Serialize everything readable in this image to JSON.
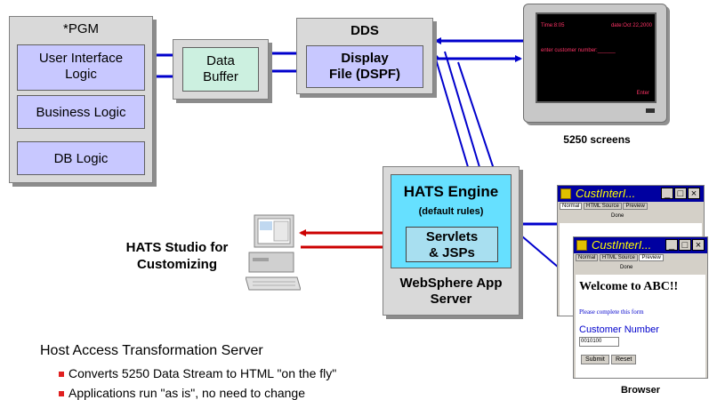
{
  "pgm": {
    "title": "*PGM",
    "ui_logic": [
      "User Interface",
      "Logic"
    ],
    "business_logic": "Business Logic",
    "db_logic": "DB Logic"
  },
  "data_buffer": [
    "Data",
    "Buffer"
  ],
  "dds": {
    "title": "DDS",
    "display_file": [
      "Display",
      "File (DSPF)"
    ]
  },
  "terminal": {
    "time": "Time:8:05",
    "date": "date:Oct 22,2000",
    "prompt": "enter customer number:______",
    "enter": "Enter",
    "caption": "5250 screens"
  },
  "hats": {
    "engine_title": "HATS Engine",
    "engine_sub": "(default rules)",
    "servlets": [
      "Servlets",
      "& JSPs"
    ],
    "server": [
      "WebSphere App",
      "Server"
    ]
  },
  "studio": [
    "HATS Studio for",
    "Customizing"
  ],
  "browser": {
    "title": "CustInterI...",
    "tab_normal": "Normal",
    "tab_html": "HTML Source",
    "tab_preview": "Preview",
    "done": "Done",
    "welcome": "Welcome to ABC!!",
    "instruction": "Please complete this form",
    "field_label": "Customer Number",
    "field_value": "0010100",
    "submit": "Submit",
    "reset": "Reset",
    "caption": "Browser"
  },
  "footer": {
    "heading": "Host Access Transformation Server",
    "bullets": [
      "Converts 5250 Data Stream to HTML \"on the fly\"",
      "Applications run \"as is\", no need to change"
    ]
  },
  "colors": {
    "arrow_blue": "#0000cc",
    "arrow_red": "#cc0000",
    "lavender": "#c8c8ff",
    "cyan": "#66e0ff"
  }
}
